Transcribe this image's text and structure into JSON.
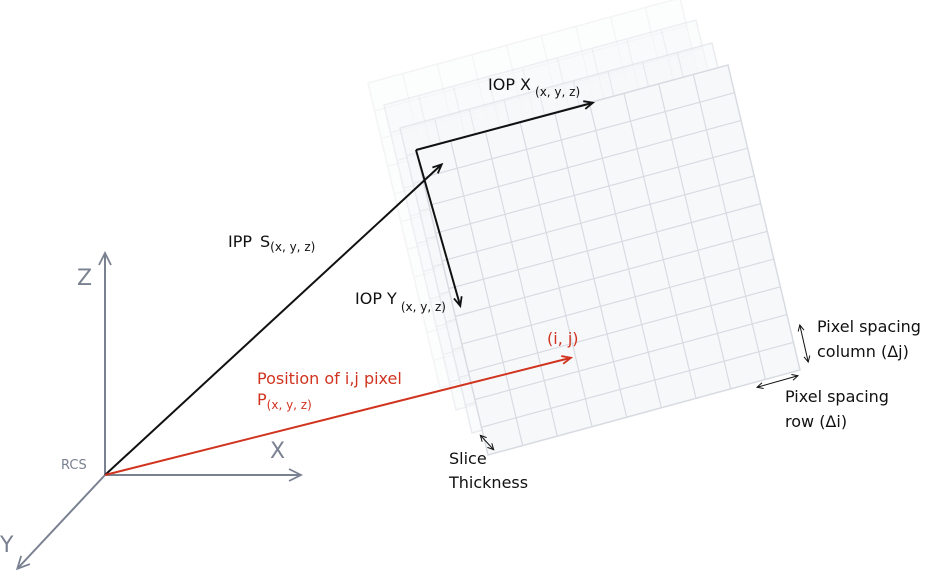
{
  "axes": {
    "x_label": "X",
    "y_label": "Y",
    "z_label": "Z",
    "origin_label": "RCS",
    "color": "#7a8191"
  },
  "vectors": {
    "ipp_label": "IPP",
    "ipp_symbol": "S",
    "iop_x_label": "IOP X",
    "iop_y_label": "IOP Y",
    "subscript": "(x, y, z)",
    "position_label": "Position of i,j pixel",
    "position_symbol": "P",
    "ij_label": "(i, j)",
    "black": "#111111",
    "red": "#d0341f"
  },
  "annotations": {
    "pixel_spacing_column_line1": "Pixel spacing",
    "pixel_spacing_column_line2": "column (Δj)",
    "pixel_spacing_row_line1": "Pixel spacing",
    "pixel_spacing_row_line2": "row (Δi)",
    "slice_thickness_line1": "Slice",
    "slice_thickness_line2": "Thickness"
  },
  "grid": {
    "rows": 11,
    "columns": 9,
    "line_color": "#d8dbe2",
    "fill": "#f7f8fa"
  }
}
